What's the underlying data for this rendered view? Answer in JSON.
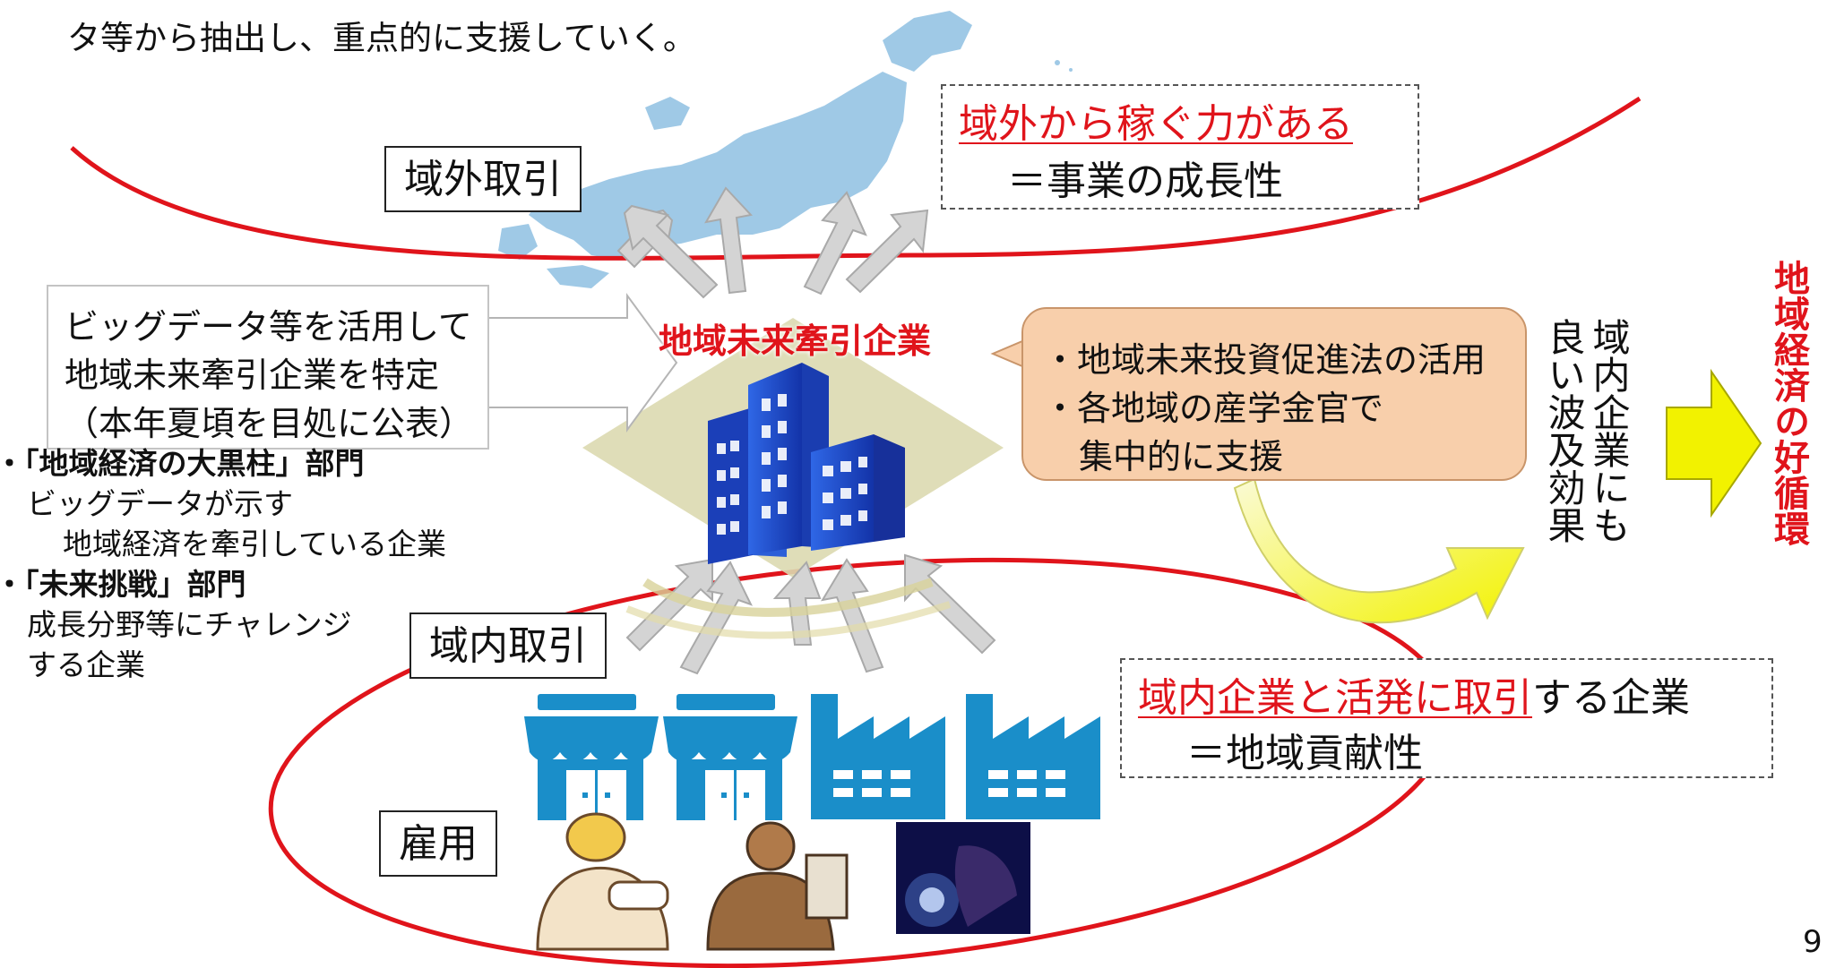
{
  "header_text": "タ等から抽出し、重点的に支援していく。",
  "center_company": "地域未来牽引企業",
  "labels": {
    "outside_trade": "域外取引",
    "inside_trade": "域内取引",
    "employment": "雇用"
  },
  "outside_box": {
    "line1": "域外から稼ぐ力がある",
    "line2": "＝事業の成長性"
  },
  "inside_box": {
    "line1_red": "域内企業と活発に取引",
    "line1_rest": "する企業",
    "line2": "＝地域貢献性"
  },
  "bigdata_box": {
    "line1": "ビッグデータ等を活用して",
    "line2": "地域未来牽引企業を特定",
    "line3": "（本年夏頃を目処に公表）"
  },
  "left_bullets": [
    {
      "title": "・「地域経済の大黒柱」部門",
      "lines": [
        "ビッグデータが示す",
        "地域経済を牽引している企業"
      ]
    },
    {
      "title": "・「未来挑戦」部門",
      "lines": [
        "成長分野等にチャレンジ",
        "する企業"
      ]
    }
  ],
  "support_box": {
    "line1": "・地域未来投資促進法の活用",
    "line2": "・各地域の産学金官で",
    "line3": "集中的に支援"
  },
  "ripple_text_col1": "域内企業にも",
  "ripple_text_col2": "良い波及効果",
  "cycle_text": "地域経済の好循環",
  "page_number": "9",
  "colors": {
    "red": "#e0141b",
    "icon_blue": "#1a8ec9",
    "map_blue": "#9fc9e6",
    "yellow": "#f2f200",
    "peach": "#f8cfab",
    "building_blue": "#1e4fcf"
  }
}
